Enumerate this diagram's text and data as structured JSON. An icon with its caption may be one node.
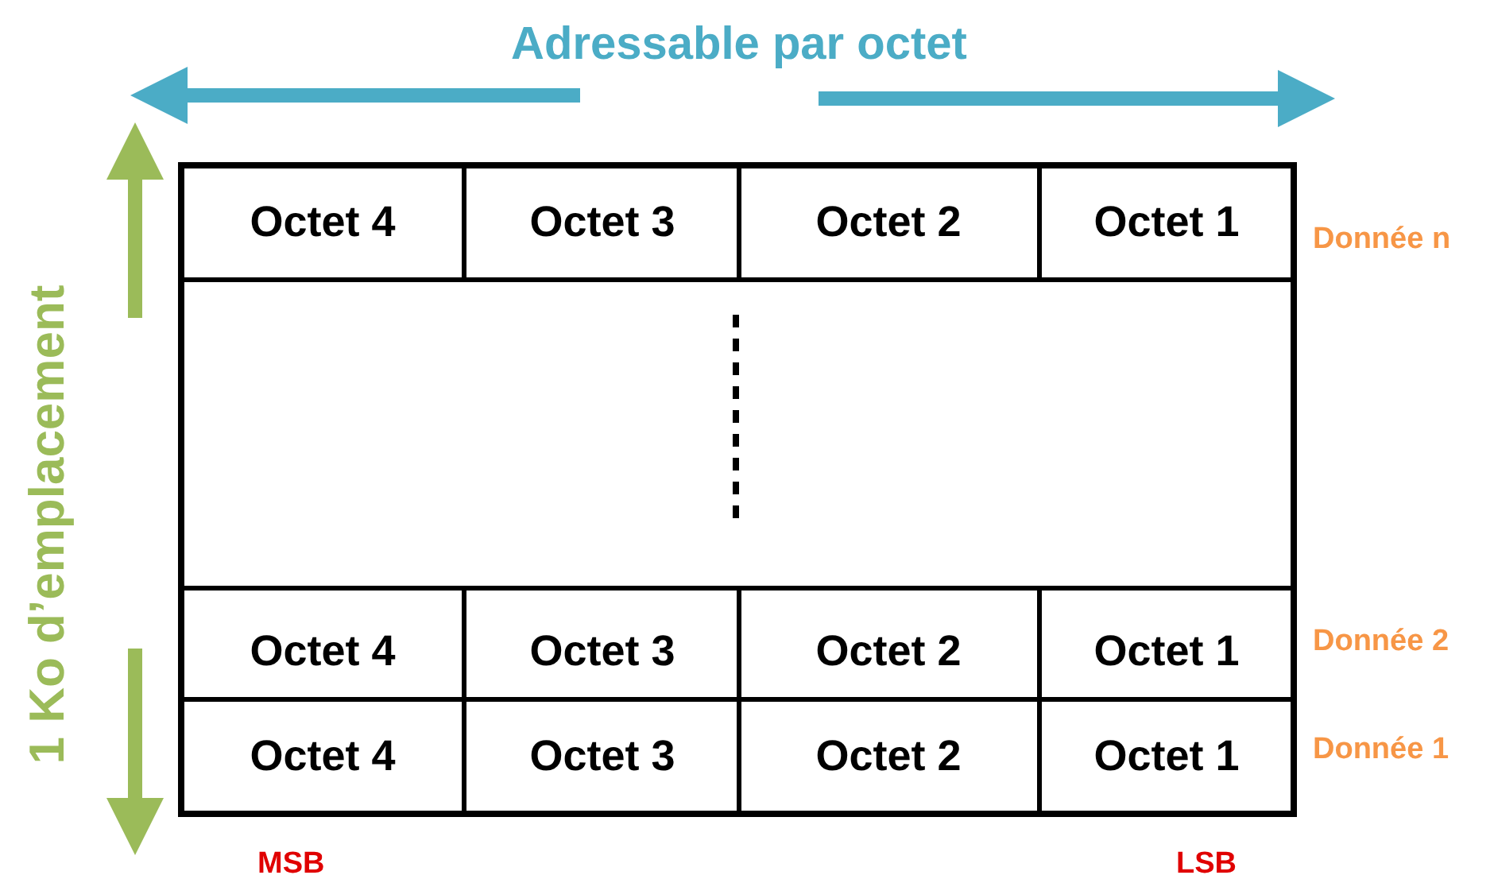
{
  "diagram": {
    "title": "Adressable par octet",
    "labels": [
      "1 Ko d’emplacement",
      "Octet 4",
      "Octet 3",
      "Octet 2",
      "Octet 1",
      "Donnée n",
      "Octet 4",
      "Octet 3",
      "Octet 2",
      "Octet 1",
      "Donnée 2",
      "Octet 4",
      "Octet 3",
      "Octet 2",
      "Octet 1",
      "Donnée 1",
      "MSB",
      "LSB"
    ]
  }
}
